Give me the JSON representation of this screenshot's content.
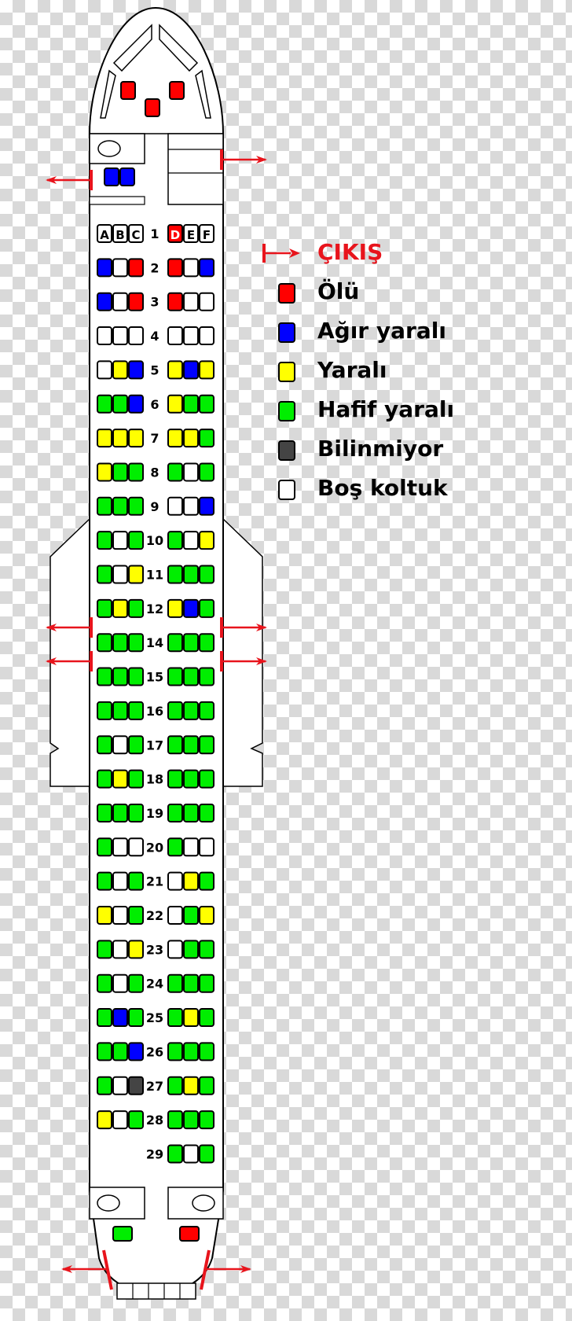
{
  "seat_letters": [
    "A",
    "B",
    "C",
    "D",
    "E",
    "F"
  ],
  "legend": [
    {
      "key": "exit",
      "label": "ÇIKIŞ",
      "color": "#e8141c"
    },
    {
      "key": "dead",
      "label": "Ölü",
      "color": "#ff0000"
    },
    {
      "key": "severe",
      "label": "Ağır yaralı",
      "color": "#0000ff"
    },
    {
      "key": "injured",
      "label": "Yaralı",
      "color": "#ffff00"
    },
    {
      "key": "minor",
      "label": "Hafif yaralı",
      "color": "#00ee00"
    },
    {
      "key": "unknown",
      "label": "Bilinmiyor",
      "color": "#444444"
    },
    {
      "key": "empty",
      "label": "Boş koltuk",
      "color": "#ffffff"
    }
  ],
  "status_codes": {
    "R": "dead",
    "B": "severe",
    "Y": "injured",
    "G": "minor",
    "K": "unknown",
    "W": "empty"
  },
  "cockpit_seats": [
    "R",
    "R",
    "R"
  ],
  "forward_crew_seats": [
    "B",
    "B"
  ],
  "rear_crew_seats": [
    "G",
    "R"
  ],
  "rows": [
    {
      "row": "1",
      "seats": [
        "W",
        "W",
        "W",
        "R",
        "W",
        "W"
      ]
    },
    {
      "row": "2",
      "seats": [
        "B",
        "W",
        "R",
        "R",
        "W",
        "B"
      ]
    },
    {
      "row": "3",
      "seats": [
        "B",
        "W",
        "R",
        "R",
        "W",
        "W"
      ]
    },
    {
      "row": "4",
      "seats": [
        "W",
        "W",
        "W",
        "W",
        "W",
        "W"
      ]
    },
    {
      "row": "5",
      "seats": [
        "W",
        "Y",
        "B",
        "Y",
        "B",
        "Y"
      ]
    },
    {
      "row": "6",
      "seats": [
        "G",
        "G",
        "B",
        "Y",
        "G",
        "G"
      ]
    },
    {
      "row": "7",
      "seats": [
        "Y",
        "Y",
        "Y",
        "Y",
        "Y",
        "G"
      ]
    },
    {
      "row": "8",
      "seats": [
        "Y",
        "G",
        "G",
        "G",
        "W",
        "G"
      ]
    },
    {
      "row": "9",
      "seats": [
        "G",
        "G",
        "G",
        "W",
        "W",
        "B"
      ]
    },
    {
      "row": "10",
      "seats": [
        "G",
        "W",
        "G",
        "G",
        "W",
        "Y"
      ]
    },
    {
      "row": "11",
      "seats": [
        "G",
        "W",
        "Y",
        "G",
        "G",
        "G"
      ]
    },
    {
      "row": "12",
      "seats": [
        "G",
        "Y",
        "G",
        "Y",
        "B",
        "G"
      ]
    },
    {
      "row": "14",
      "seats": [
        "G",
        "G",
        "G",
        "G",
        "G",
        "G"
      ]
    },
    {
      "row": "15",
      "seats": [
        "G",
        "G",
        "G",
        "G",
        "G",
        "G"
      ]
    },
    {
      "row": "16",
      "seats": [
        "G",
        "G",
        "G",
        "G",
        "G",
        "G"
      ]
    },
    {
      "row": "17",
      "seats": [
        "G",
        "W",
        "G",
        "G",
        "G",
        "G"
      ]
    },
    {
      "row": "18",
      "seats": [
        "G",
        "Y",
        "G",
        "G",
        "G",
        "G"
      ]
    },
    {
      "row": "19",
      "seats": [
        "G",
        "G",
        "G",
        "G",
        "G",
        "G"
      ]
    },
    {
      "row": "20",
      "seats": [
        "G",
        "W",
        "W",
        "G",
        "W",
        "W"
      ]
    },
    {
      "row": "21",
      "seats": [
        "G",
        "W",
        "G",
        "W",
        "Y",
        "G"
      ]
    },
    {
      "row": "22",
      "seats": [
        "Y",
        "W",
        "G",
        "W",
        "G",
        "Y"
      ]
    },
    {
      "row": "23",
      "seats": [
        "G",
        "W",
        "Y",
        "W",
        "G",
        "G"
      ]
    },
    {
      "row": "24",
      "seats": [
        "G",
        "W",
        "G",
        "G",
        "G",
        "G"
      ]
    },
    {
      "row": "25",
      "seats": [
        "G",
        "B",
        "G",
        "G",
        "Y",
        "G"
      ]
    },
    {
      "row": "26",
      "seats": [
        "G",
        "G",
        "B",
        "G",
        "G",
        "G"
      ]
    },
    {
      "row": "27",
      "seats": [
        "G",
        "W",
        "K",
        "G",
        "Y",
        "G"
      ]
    },
    {
      "row": "28",
      "seats": [
        "Y",
        "W",
        "G",
        "G",
        "G",
        "G"
      ]
    },
    {
      "row": "29",
      "seats": [
        null,
        null,
        null,
        "G",
        "W",
        "G"
      ]
    }
  ]
}
